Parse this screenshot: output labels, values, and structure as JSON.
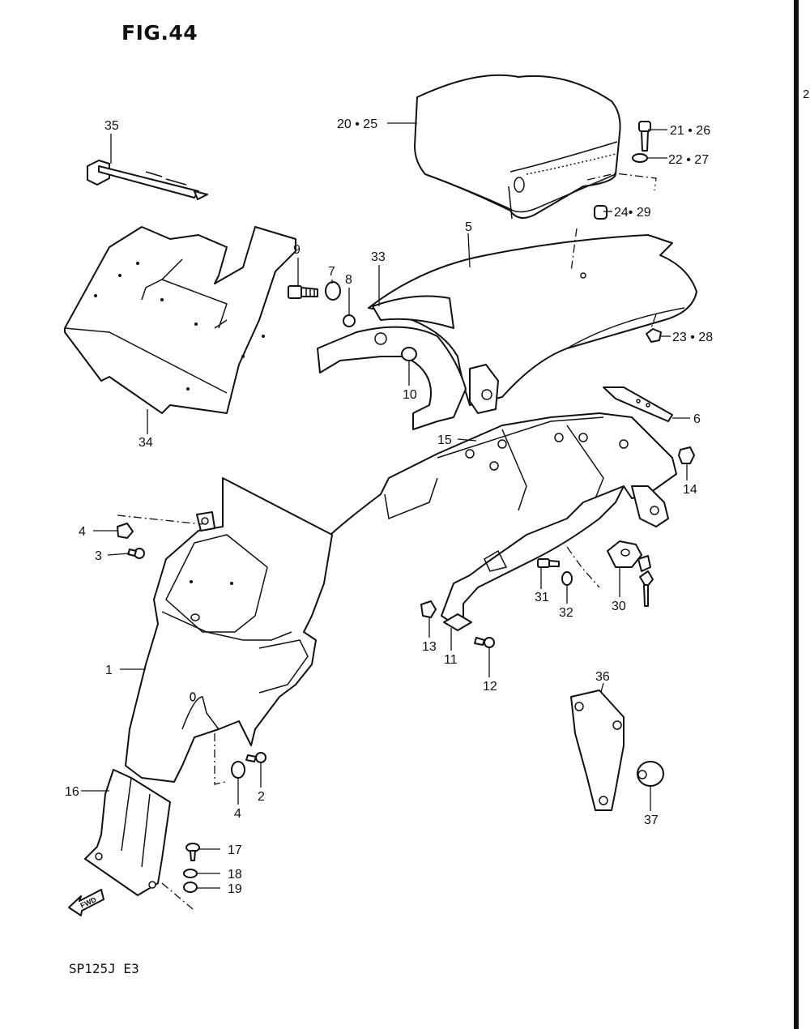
{
  "figure": {
    "title": "FIG.44",
    "model_code": "SP125J E3",
    "edge_number": "2",
    "fwd_label": "FWD"
  },
  "callouts": [
    "35",
    "20 • 25",
    "21 • 26",
    "22 • 27",
    "24• 29",
    "5",
    "33",
    "9",
    "7",
    "8",
    "23 • 28",
    "10",
    "6",
    "15",
    "14",
    "34",
    "4",
    "3",
    "1",
    "31",
    "32",
    "30",
    "13",
    "11",
    "12",
    "36",
    "2",
    "4",
    "37",
    "16",
    "17",
    "18",
    "19"
  ]
}
